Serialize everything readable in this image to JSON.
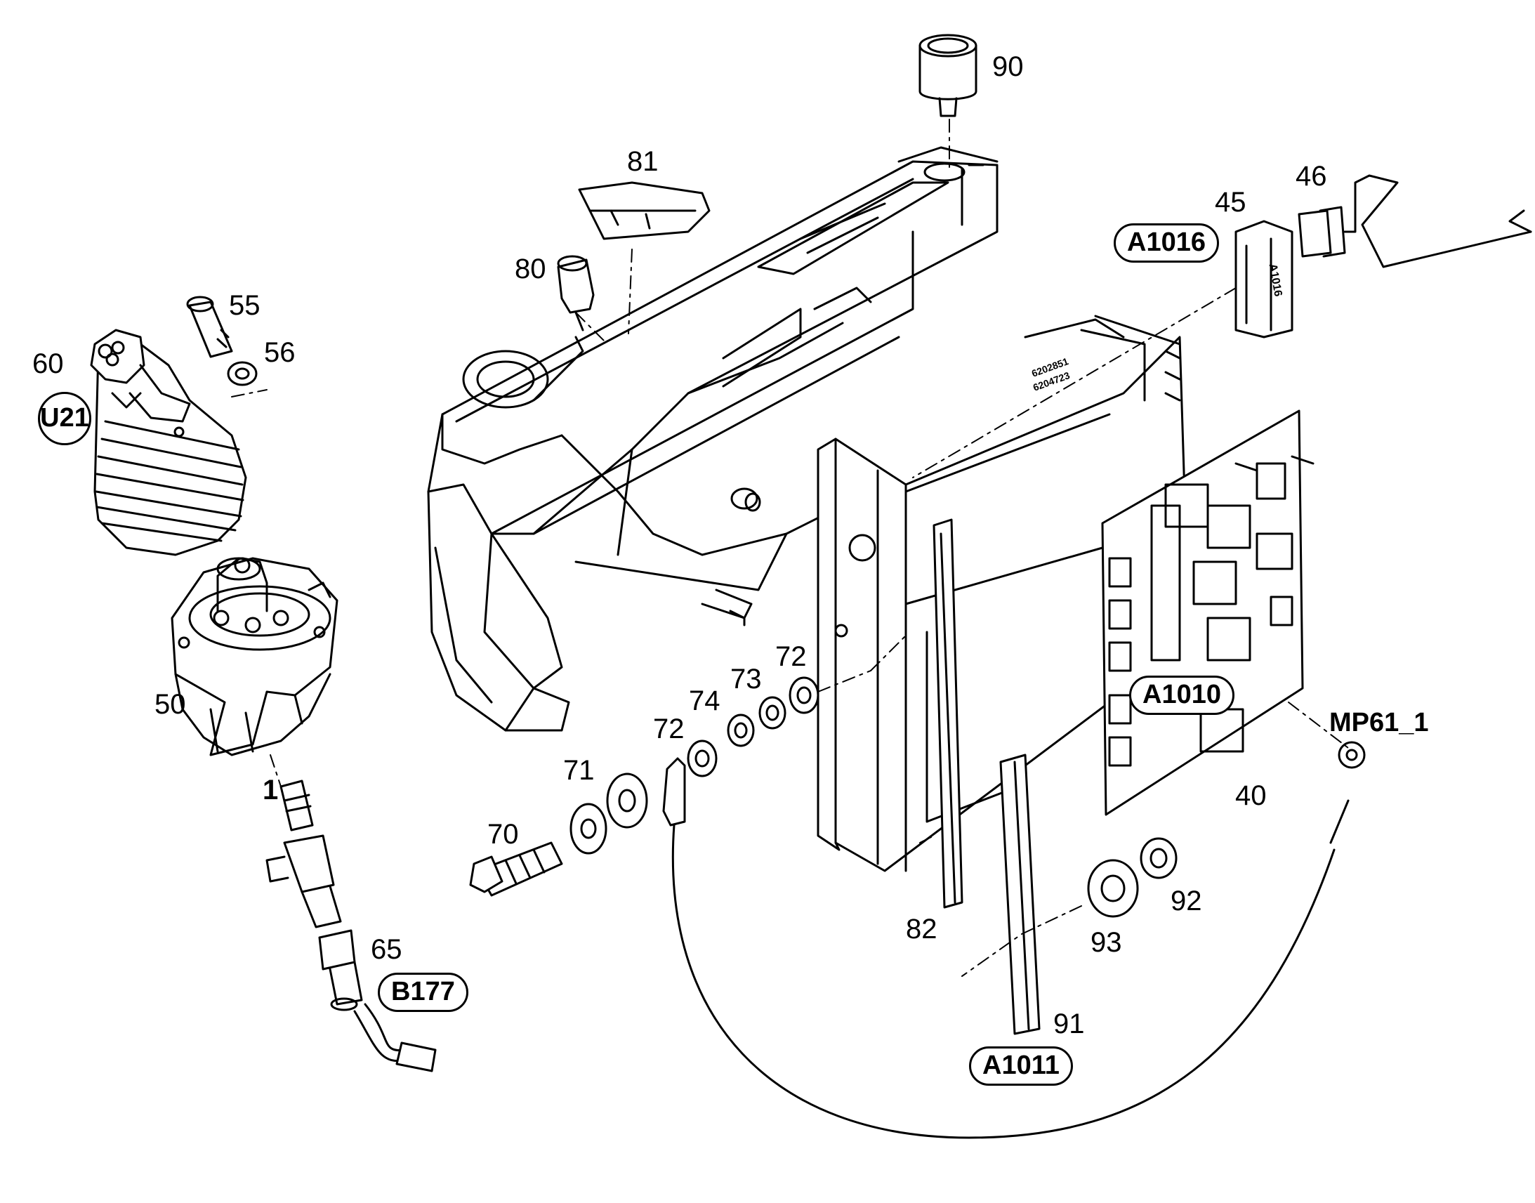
{
  "callouts": {
    "n90": "90",
    "n81": "81",
    "n80": "80",
    "n55": "55",
    "n56": "56",
    "n60": "60",
    "n50": "50",
    "n1": "1",
    "n65": "65",
    "n45": "45",
    "n46": "46",
    "n40": "40",
    "n70": "70",
    "n71": "71",
    "n72a": "72",
    "n72b": "72",
    "n73": "73",
    "n74": "74",
    "n82": "82",
    "n91": "91",
    "n92": "92",
    "n93": "93"
  },
  "tags": {
    "u21": "U21",
    "b177": "B177",
    "a1016": "A1016",
    "a1010": "A1010",
    "a1011": "A1011",
    "mp61": "MP61_1"
  },
  "relay_board_text": "A1016",
  "frame_text": [
    "6202851",
    "6204723"
  ]
}
